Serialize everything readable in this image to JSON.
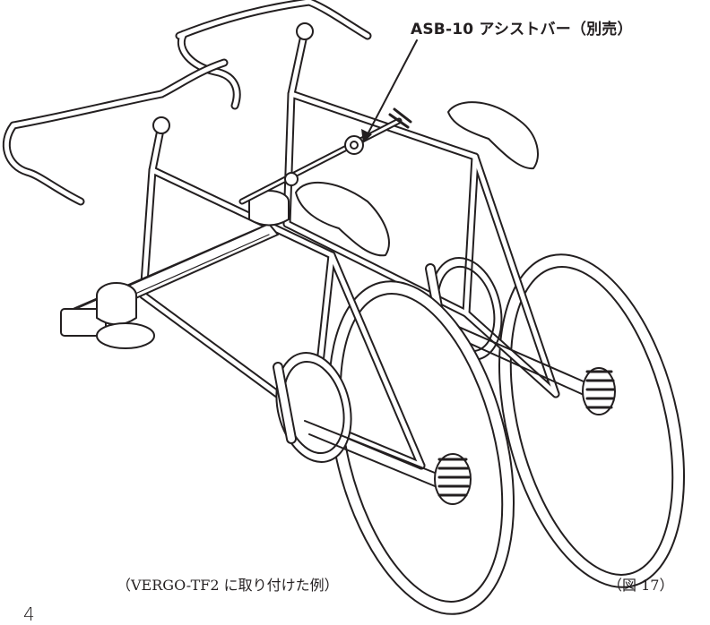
{
  "callout": {
    "text": "ASB-10 アシストバー（別売）"
  },
  "caption": {
    "left": "（VERGO-TF2 に取り付けた例）",
    "right": "（図 17）"
  },
  "page_number": "4"
}
